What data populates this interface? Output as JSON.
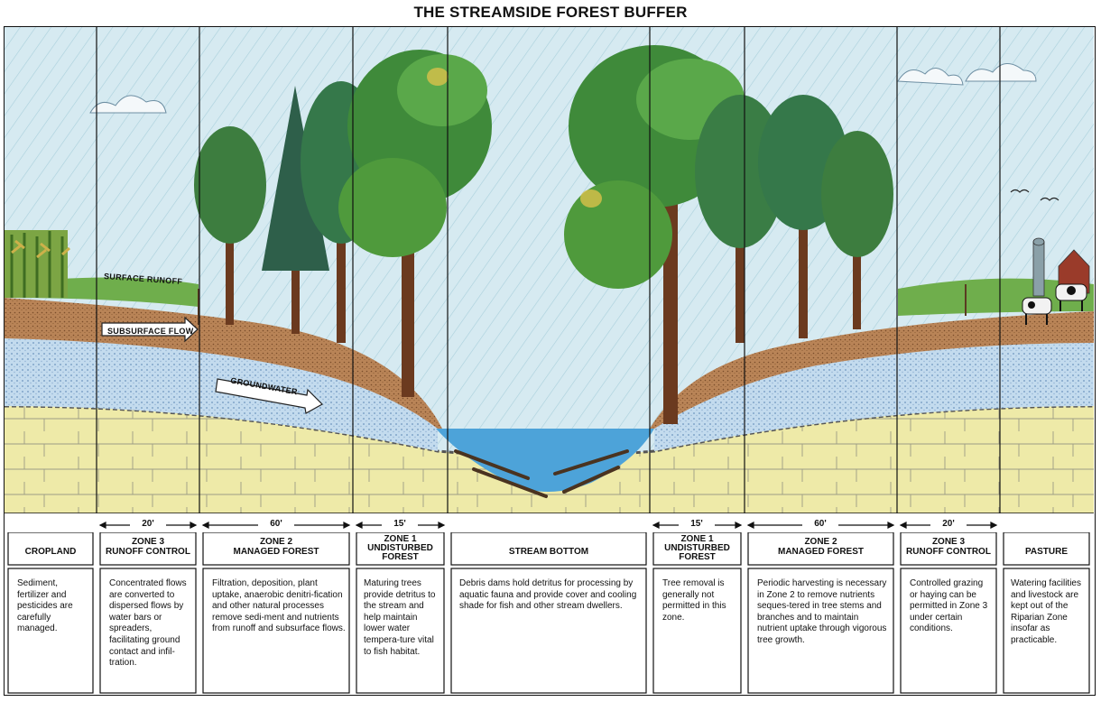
{
  "title": "THE STREAMSIDE FOREST BUFFER",
  "flow_labels": {
    "surface_runoff": "SURFACE RUNOFF",
    "subsurface_flow": "SUBSURFACE FLOW",
    "groundwater": "GROUNDWATER"
  },
  "widths": {
    "zone3_left": "20'",
    "zone2_left": "60'",
    "zone1_left": "15'",
    "zone1_right": "15'",
    "zone2_right": "60'",
    "zone3_right": "20'"
  },
  "columns": [
    {
      "heading": "CROPLAND",
      "text": "Sediment, fertilizer and pesticides are carefully managed."
    },
    {
      "heading": "ZONE 3\nRUNOFF CONTROL",
      "text": "Concentrated flows are converted to dispersed flows by water bars or spreaders, facilitating ground contact and infil-tration."
    },
    {
      "heading": "ZONE 2\nMANAGED FOREST",
      "text": "Filtration, deposition, plant uptake, anaerobic denitri-fication and other natural processes remove sedi-ment and nutrients from runoff and subsurface flows."
    },
    {
      "heading": "ZONE 1\nUNDISTURBED\nFOREST",
      "text": "Maturing trees provide detritus to the stream and help maintain lower water tempera-ture vital to fish habitat."
    },
    {
      "heading": "STREAM BOTTOM",
      "text": "Debris dams hold detritus for processing by aquatic fauna and provide cover and cooling shade for fish and other stream dwellers."
    },
    {
      "heading": "ZONE 1\nUNDISTURBED\nFOREST",
      "text": "Tree removal is generally not permitted in this zone."
    },
    {
      "heading": "ZONE 2\nMANAGED FOREST",
      "text": "Periodic harvesting is necessary in Zone 2 to remove nutrients seques-tered in tree stems and branches and to maintain nutrient uptake through vigorous tree growth."
    },
    {
      "heading": "ZONE 3\nRUNOFF CONTROL",
      "text": "Controlled grazing or haying can be permitted in Zone 3 under certain conditions."
    },
    {
      "heading": "PASTURE",
      "text": "Watering facilities and livestock are kept out of the Riparian Zone insofar as practicable."
    }
  ],
  "colors": {
    "sky": "#cfe6ee",
    "soil": "#b07a4e",
    "groundwater": "#bcd6ec",
    "bedrock": "#ece9a6",
    "water": "#4da3d9",
    "tree_dark": "#2f6f3a",
    "tree_light": "#5aa84a",
    "trunk": "#6b3a1f"
  }
}
